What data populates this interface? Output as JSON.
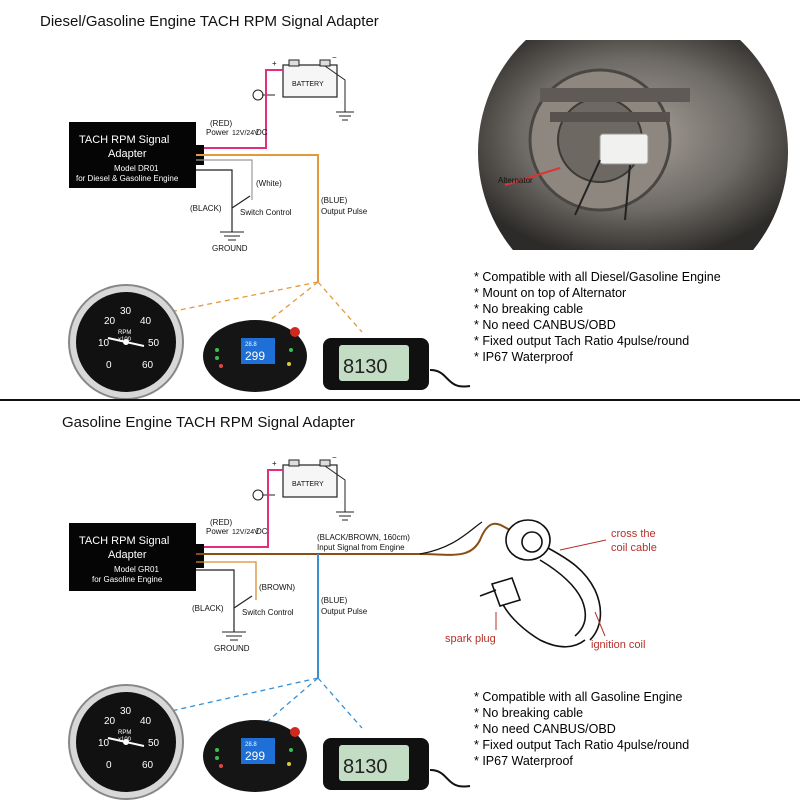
{
  "top": {
    "title": "Diesel/Gasoline Engine TACH RPM Signal Adapter",
    "adapter": {
      "line1": "TACH RPM Signal",
      "line2": "Adapter",
      "model": "Model DR01",
      "desc": "for  Diesel & Gasoline Engine"
    },
    "battery_label": "BATTERY",
    "plus": "+",
    "minus": "−",
    "power_color": "(RED)",
    "power_label": "Power",
    "power_voltage": "12V/24V",
    "power_dc": "DC",
    "switch_color": "(White)",
    "black_label": "(BLACK)",
    "switch_label": "Switch Control",
    "ground_label": "GROUND",
    "pulse_color": "(BLUE)",
    "pulse_label": "Output Pulse",
    "photo_label": "Alternator",
    "features": [
      "* Compatible with all Diesel/Gasoline Engine",
      "* Mount on top of Alternator",
      "* No breaking cable",
      "* No need CANBUS/OBD",
      "* Fixed output Tach Ratio 4pulse/round",
      "* IP67 Waterproof"
    ]
  },
  "bottom": {
    "title": "Gasoline Engine TACH RPM Signal Adapter",
    "adapter": {
      "line1": "TACH RPM Signal",
      "line2": "Adapter",
      "model": "Model GR01",
      "desc": "for Gasoline Engine"
    },
    "battery_label": "BATTERY",
    "plus": "+",
    "minus": "−",
    "power_color": "(RED)",
    "power_label": "Power",
    "power_voltage": "12V/24V",
    "power_dc": "DC",
    "input_color": "(BLACK/BROWN, 160cm)",
    "input_label": "Input Signal from Engine",
    "switch_color": "(BROWN)",
    "black_label": "(BLACK)",
    "switch_label": "Switch Control",
    "ground_label": "GROUND",
    "pulse_color": "(BLUE)",
    "pulse_label": "Output Pulse",
    "coil_cross_line1": "cross the",
    "coil_cross_line2": "coil cable",
    "spark_plug": "spark plug",
    "ignition_coil": "ignition coil",
    "features": [
      "* Compatible with all Gasoline Engine",
      "* No breaking cable",
      "* No need CANBUS/OBD",
      "* Fixed output Tach Ratio 4pulse/round",
      "* IP67 Waterproof"
    ]
  },
  "gauge": {
    "ticks": [
      "10",
      "20",
      "30",
      "40",
      "50",
      "60",
      "0"
    ],
    "unit": "RPM",
    "scale": "x100"
  },
  "dash": {
    "reading": "299",
    "speed_small": "28.8"
  },
  "lcd": {
    "reading": "8130"
  },
  "colors": {
    "power_wire": "#e0307a",
    "pulse_top": "#e39a3a",
    "pulse_bottom": "#3a8fd0",
    "input_wire": "#8a4e12",
    "brown_wire": "#d89030",
    "annot": "#b5302a"
  }
}
